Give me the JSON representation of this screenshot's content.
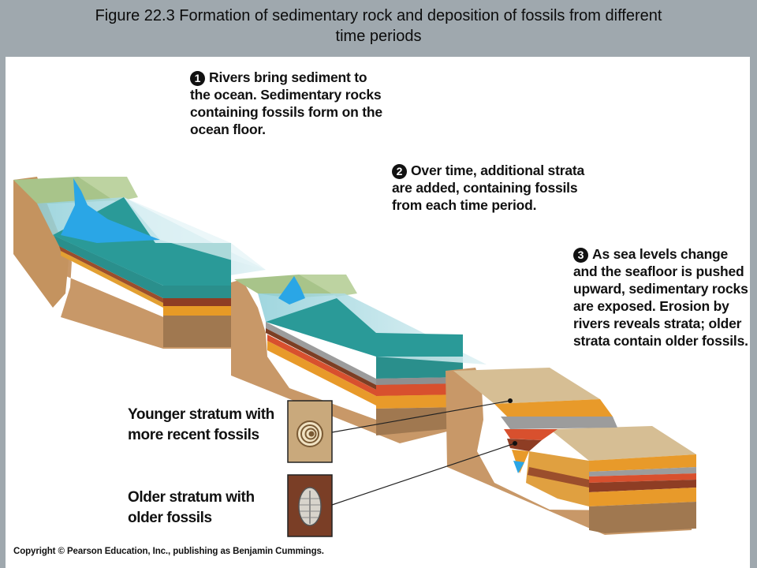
{
  "title": "Figure 22.3  Formation of sedimentary rock and deposition of fossils from different\ntime periods",
  "steps": [
    {
      "number": "1",
      "text": "Rivers bring sediment to\nthe ocean. Sedimentary rocks\ncontaining fossils form on the\nocean floor."
    },
    {
      "number": "2",
      "text": "Over time, additional strata\nare added, containing fossils\nfrom each time period."
    },
    {
      "number": "3",
      "text": "As sea levels change\nand the seafloor is pushed\nupward, sedimentary rocks\nare exposed. Erosion by\nrivers reveals strata; older\nstrata contain older fossils."
    }
  ],
  "fossil_labels": {
    "younger": "Younger stratum with\nmore recent fossils",
    "older": "Older stratum with\nolder fossils"
  },
  "copyright": "Copyright © Pearson Education, Inc., publishing as Benjamin Cummings.",
  "colors": {
    "background": "#9fa8ae",
    "water": "#2a9a98",
    "shallow_water": "#9fd8df",
    "river": "#2aa6e6",
    "land": "#a9c58c",
    "rock": "#c99a6c",
    "stratum_orange": "#e89a2a",
    "stratum_red": "#d84a2a",
    "stratum_gray": "#9c9c9c"
  }
}
